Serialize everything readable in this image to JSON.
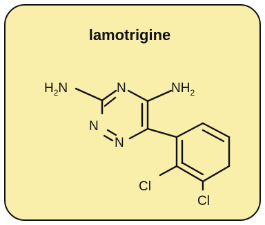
{
  "colors": {
    "card_background": "#faeeab",
    "border": "#111111",
    "ink": "#111111"
  },
  "diagram": {
    "title": "lamotrigine",
    "atoms": {
      "amine_left_main": "H",
      "amine_left_sub": "2",
      "amine_left_tail": "N",
      "ring_n_top": "N",
      "amine_right_main": "NH",
      "amine_right_sub": "2",
      "ring_n_left": "N",
      "ring_n_bottom": "N",
      "chlorine_upper": "Cl",
      "chlorine_lower": "Cl"
    }
  }
}
